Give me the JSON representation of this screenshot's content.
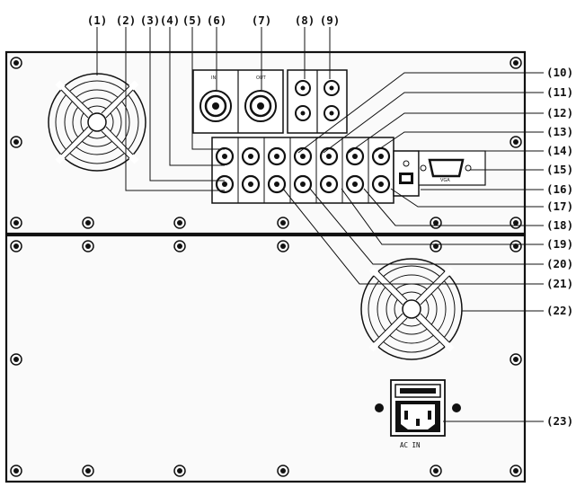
{
  "callouts": {
    "top": [
      "(1)",
      "(2)",
      "(3)",
      "(4)",
      "(5)",
      "(6)",
      "(7)",
      "(8)",
      "(9)"
    ],
    "right": [
      "(10)",
      "(11)",
      "(12)",
      "(13)",
      "(14)",
      "(15)",
      "(16)",
      "(17)",
      "(18)",
      "(19)",
      "(20)",
      "(21)",
      "(22)",
      "(23)"
    ]
  },
  "panel_labels": {
    "in": "IN",
    "out": "OUT",
    "vga": "VGA",
    "ac_in": "AC IN"
  }
}
